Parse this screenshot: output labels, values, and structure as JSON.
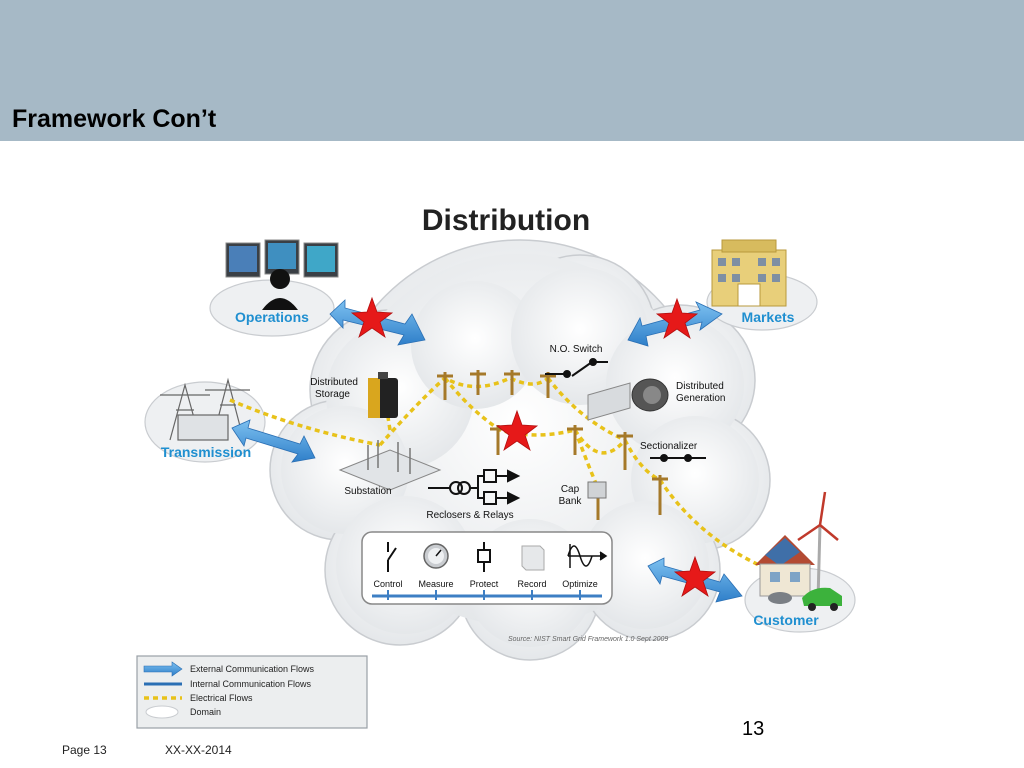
{
  "slide": {
    "title": "Framework Con’t",
    "number": "13",
    "footer_page": "Page 13",
    "footer_date": "XX-XX-2014"
  },
  "diagram": {
    "title": "Distribution",
    "domains": {
      "operations": "Operations",
      "markets": "Markets",
      "transmission": "Transmission",
      "customer": "Customer"
    },
    "components": {
      "no_switch": "N.O. Switch",
      "distributed_storage_1": "Distributed",
      "distributed_storage_2": "Storage",
      "distributed_generation_1": "Distributed",
      "distributed_generation_2": "Generation",
      "sectionalizer": "Sectionalizer",
      "substation": "Substation",
      "reclosers_relays": "Reclosers & Relays",
      "cap_bank_1": "Cap",
      "cap_bank_2": "Bank"
    },
    "functions": [
      "Control",
      "Measure",
      "Protect",
      "Record",
      "Optimize"
    ],
    "source": "Source: NIST Smart Grid Framework 1.0 Sept 2009"
  },
  "legend": {
    "external": "External Communication Flows",
    "internal": "Internal Communication Flows",
    "electrical": "Electrical Flows",
    "domain": "Domain"
  },
  "colors": {
    "header": "#a6b9c6",
    "domain_label": "#1f8fd0",
    "arrow": "#3d8fd6",
    "electrical_flow": "#e8c21a",
    "star": "#e61919"
  }
}
